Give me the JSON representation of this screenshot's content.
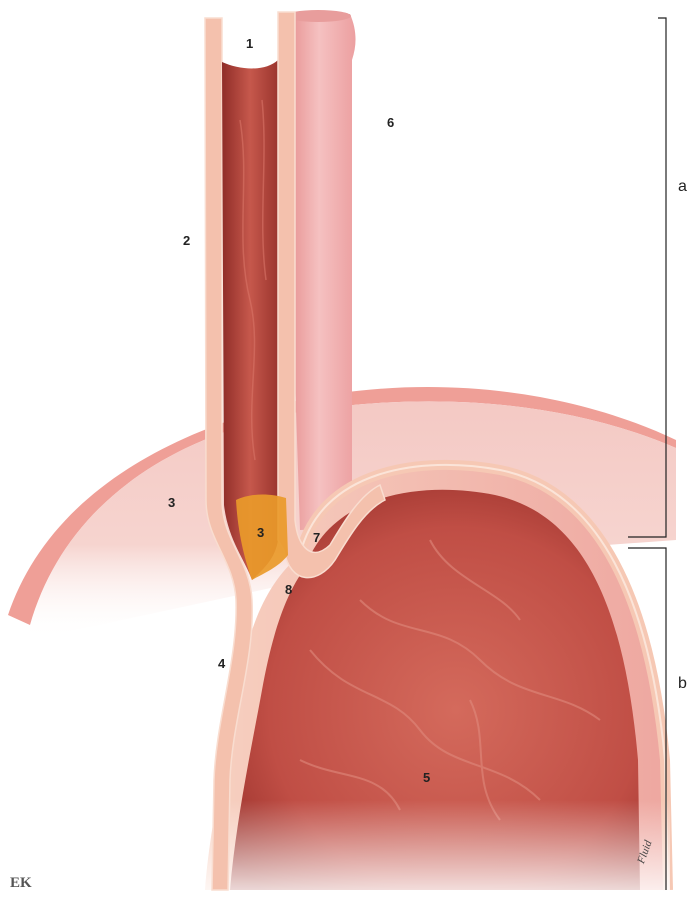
{
  "labels": {
    "l1": "1",
    "l2": "2",
    "l3a": "3",
    "l3b": "3",
    "l4": "4",
    "l5": "5",
    "l6": "6",
    "l7": "7",
    "l8": "8"
  },
  "brackets": {
    "a": "a",
    "b": "b"
  },
  "logo_text": "EK",
  "signature_text": "Fluid",
  "colors": {
    "tissue_pink": "#f2b4b2",
    "wall_outer": "#f6c7b7",
    "lumen_red": "#b8443c",
    "diaphragm": "#f1c0bc",
    "sphincter": "#e99a2a"
  }
}
